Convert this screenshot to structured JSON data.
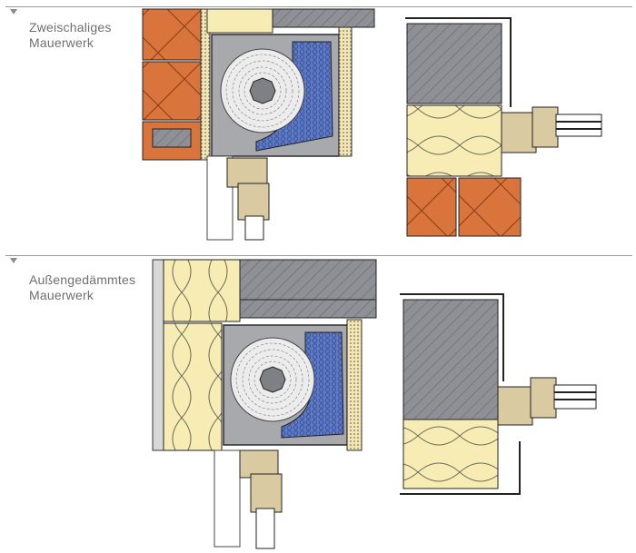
{
  "sections": [
    {
      "title_line1": "Zweischaliges",
      "title_line2": "Mauerwerk"
    },
    {
      "title_line1": "Außengedämmtes",
      "title_line2": "Mauerwerk"
    }
  ],
  "colors": {
    "brick": "#d8743c",
    "insulation": "#f7edb4",
    "concrete": "#8f9096",
    "housing": "#a8a9ad",
    "foam_blue": "#5f79c3",
    "window_frame": "#d9caa2",
    "line": "#1a1a1a"
  },
  "icons": [
    "collapse-triangle-icon"
  ]
}
